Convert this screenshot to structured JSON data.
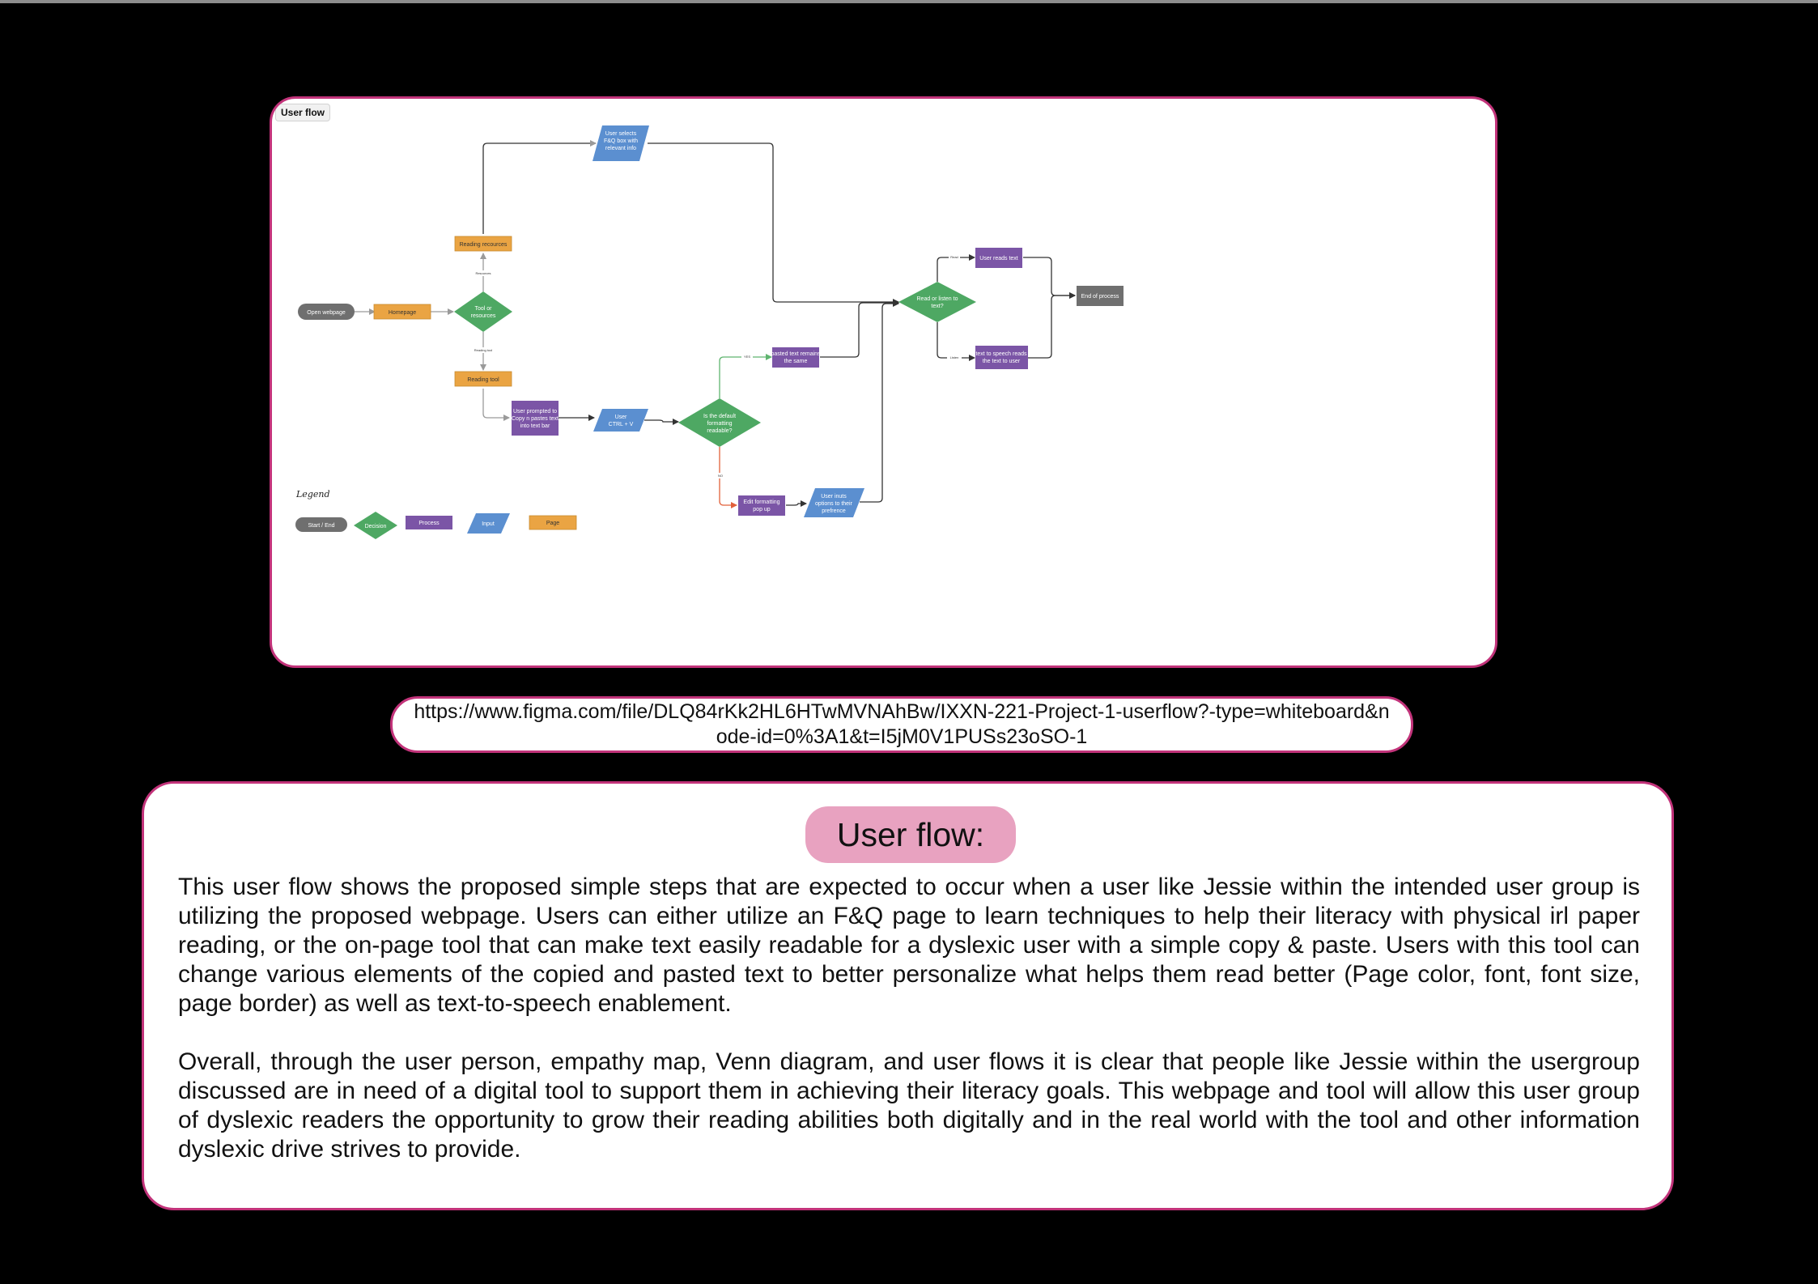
{
  "frame": {
    "label": "User flow"
  },
  "nodes": {
    "open_webpage": "Open webpage",
    "homepage": "Homepage",
    "tool_or_resources": [
      "Tool or",
      "resources"
    ],
    "reading_resources": "Reading recources",
    "reading_tool": "Reading tool",
    "faq_input": [
      "User selects",
      "F&Q box with",
      "relevant info"
    ],
    "copy_paste_prompt": [
      "User prompted to",
      "Copy n pastes text",
      "into text bar"
    ],
    "ctrl_v": [
      "User",
      "CTRL + V"
    ],
    "default_format": [
      "Is the default",
      "formatting",
      "readable?"
    ],
    "text_same": [
      "pasted text remains",
      "the same"
    ],
    "edit_formatting": [
      "Edit formatting",
      "pop up"
    ],
    "user_inputs": [
      "User inuts",
      "options to their",
      "prefrence"
    ],
    "read_or_listen": [
      "Read or listen to",
      "text?"
    ],
    "user_reads": "User reads text",
    "tts": [
      "text to speech reads",
      "the text to user"
    ],
    "end": "End of process"
  },
  "edge_labels": {
    "resources": "Resources",
    "reading_tool": "Reading tool",
    "yes": "YES",
    "no": "NO",
    "read": "Read",
    "listen": "Listen"
  },
  "legend": {
    "title": "Legend",
    "items": [
      "Start / End",
      "Decision",
      "Process",
      "Input",
      "Page"
    ]
  },
  "colors": {
    "terminal": "#6f6f6f",
    "decision": "#4ea863",
    "process": "#7b55a6",
    "input": "#5b8fd0",
    "page": "#eaa443",
    "accent_border": "#c2337a",
    "pill": "#e8a2c0",
    "yes_line": "#5fb56f",
    "no_line": "#e2603a"
  },
  "url": "https://www.figma.com/file/DLQ84rKk2HL6HTwMVNAhBw/IXXN-221-Project-1-userflow?-type=whiteboard&node-id=0%3A1&t=I5jM0V1PUSs23oSO-1",
  "section": {
    "title": "User flow:",
    "paragraphs": [
      "This user flow shows the proposed simple steps that are expected to occur when a user like Jessie within the intended user group is utilizing the proposed webpage. Users can either utilize an F&Q page to learn techniques to help their literacy with physical irl paper reading, or the on-page tool that can make text easily readable for a dyslexic user with a simple copy & paste. Users with this tool can change various elements of the copied and pasted text to better personalize what helps them read better (Page color, font, font size, page border) as well as text-to-speech enablement.",
      "Overall, through the user person, empathy map, Venn diagram, and user flows it is clear that people like Jessie within the usergroup discussed are in need of a digital tool to support them in achieving their literacy goals. This webpage and tool will allow this user group of dyslexic readers the opportunity to grow their reading abilities both digitally and in the real world with the tool and other information dyslexic drive strives to provide."
    ]
  }
}
